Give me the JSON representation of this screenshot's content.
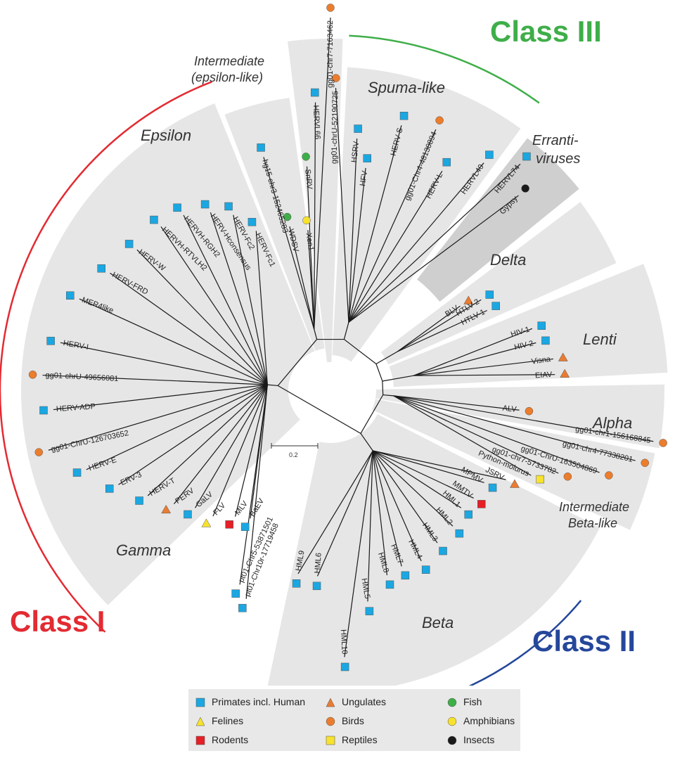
{
  "class_labels": {
    "class1": "Class I",
    "class2": "Class II",
    "class3": "Class III"
  },
  "group_labels": {
    "gamma": "Gamma",
    "epsilon": "Epsilon",
    "intermediate_epsilon_line1": "Intermediate",
    "intermediate_epsilon_line2": "(epsilon-like)",
    "spuma": "Spuma-like",
    "erranti_line1": "Erranti-",
    "erranti_line2": "viruses",
    "delta": "Delta",
    "lenti": "Lenti",
    "alpha": "Alpha",
    "intermediate_beta_line1": "Intermediate",
    "intermediate_beta_line2": "Beta-like",
    "beta": "Beta"
  },
  "scale_bar": {
    "label": "0.2"
  },
  "colors": {
    "class1": "#e32b32",
    "class2": "#25479b",
    "class3": "#3fae49",
    "wedge": "#e6e6e6",
    "wedge_dark": "#cfcfcf",
    "primates": "#1ba7e1",
    "felines": "#f7e22d",
    "rodents": "#e41f26",
    "ungulates": "#e97c32",
    "birds": "#ec7d2c",
    "reptiles": "#f7e22d",
    "fish": "#3fae49",
    "amphibians": "#f7e22d",
    "insects": "#1a1a1a"
  },
  "legend": [
    {
      "label": "Primates incl. Human",
      "shape": "square",
      "color": "#1ba7e1"
    },
    {
      "label": "Ungulates",
      "shape": "triangle",
      "color": "#e97c32"
    },
    {
      "label": "Fish",
      "shape": "circle",
      "color": "#3fae49"
    },
    {
      "label": "Felines",
      "shape": "triangle",
      "color": "#f7e22d"
    },
    {
      "label": "Birds",
      "shape": "circle",
      "color": "#ec7d2c"
    },
    {
      "label": "Amphibians",
      "shape": "circle",
      "color": "#f7e22d"
    },
    {
      "label": "Rodents",
      "shape": "square",
      "color": "#e41f26"
    },
    {
      "label": "Reptiles",
      "shape": "square",
      "color": "#f7e22d"
    },
    {
      "label": "Insects",
      "shape": "circle",
      "color": "#1a1a1a"
    }
  ],
  "leaves": [
    {
      "name": "HERV-Fc1",
      "host": "primates"
    },
    {
      "name": "HERV-Fc2",
      "host": "primates"
    },
    {
      "name": "HERV-Hconsensus",
      "host": "primates"
    },
    {
      "name": "HERVH-RGH2",
      "host": "primates"
    },
    {
      "name": "HERVH-RTVLH2",
      "host": "primates"
    },
    {
      "name": "HERV-W",
      "host": "primates"
    },
    {
      "name": "HERV-FRD",
      "host": "primates"
    },
    {
      "name": "MER4like",
      "host": "primates"
    },
    {
      "name": "HERV-I",
      "host": "primates"
    },
    {
      "name": "gg01-chrU-49656081",
      "host": "birds"
    },
    {
      "name": "HERV-ADP",
      "host": "primates"
    },
    {
      "name": "gg01-ChrU-126703652",
      "host": "birds"
    },
    {
      "name": "HERV-E",
      "host": "primates"
    },
    {
      "name": "ERV-3",
      "host": "primates"
    },
    {
      "name": "HERV-T",
      "host": "primates"
    },
    {
      "name": "PERV",
      "host": "ungulates"
    },
    {
      "name": "GaLV",
      "host": "primates"
    },
    {
      "name": "FLV",
      "host": "felines"
    },
    {
      "name": "MLV",
      "host": "rodents"
    },
    {
      "name": "BaEV",
      "host": "primates"
    },
    {
      "name": "pt01-Chr5-53871501",
      "host": "primates"
    },
    {
      "name": "pt01-Chr10r-17719458",
      "host": "primates"
    },
    {
      "name": "hg15-chr3-152465283",
      "host": "primates"
    },
    {
      "name": "WDSV",
      "host": "fish"
    },
    {
      "name": "Xen1",
      "host": "amphibians"
    },
    {
      "name": "SnRV",
      "host": "fish"
    },
    {
      "name": "HERVL66",
      "host": "primates"
    },
    {
      "name": "gg01-chr7-7163462",
      "host": "birds"
    },
    {
      "name": "gg01-chrU-52190725",
      "host": "birds"
    },
    {
      "name": "HSRV",
      "host": "primates"
    },
    {
      "name": "HFV",
      "host": "primates"
    },
    {
      "name": "HERV-S",
      "host": "primates"
    },
    {
      "name": "gg01-Chr4-48130894",
      "host": "birds"
    },
    {
      "name": "HERV-L",
      "host": "primates"
    },
    {
      "name": "HERVL40",
      "host": "primates"
    },
    {
      "name": "HERVL74",
      "host": "primates"
    },
    {
      "name": "Gypsy",
      "host": "insects"
    },
    {
      "name": "BLV",
      "host": "ungulates"
    },
    {
      "name": "HTLV-2",
      "host": "primates"
    },
    {
      "name": "HTLV-1",
      "host": "primates"
    },
    {
      "name": "HIV-1",
      "host": "primates"
    },
    {
      "name": "HIV-2",
      "host": "primates"
    },
    {
      "name": "Visna",
      "host": "ungulates"
    },
    {
      "name": "EIAV",
      "host": "ungulates"
    },
    {
      "name": "ALV",
      "host": "birds"
    },
    {
      "name": "gg01-chr1-156168845",
      "host": "birds"
    },
    {
      "name": "gg01-chr4-77338201",
      "host": "birds"
    },
    {
      "name": "gg01-ChrU-163504869",
      "host": "birds"
    },
    {
      "name": "gg01-chr7-5733782",
      "host": "birds"
    },
    {
      "name": "Python-molurus",
      "host": "reptiles"
    },
    {
      "name": "JSRV",
      "host": "ungulates"
    },
    {
      "name": "MPMV",
      "host": "primates"
    },
    {
      "name": "MMTV",
      "host": "rodents"
    },
    {
      "name": "HML1",
      "host": "primates"
    },
    {
      "name": "HML2",
      "host": "primates"
    },
    {
      "name": "HML3",
      "host": "primates"
    },
    {
      "name": "HML4",
      "host": "primates"
    },
    {
      "name": "HML7",
      "host": "primates"
    },
    {
      "name": "HML8",
      "host": "primates"
    },
    {
      "name": "HML5",
      "host": "primates"
    },
    {
      "name": "HML10",
      "host": "primates"
    },
    {
      "name": "HML6",
      "host": "primates"
    },
    {
      "name": "HML9",
      "host": "primates"
    }
  ]
}
